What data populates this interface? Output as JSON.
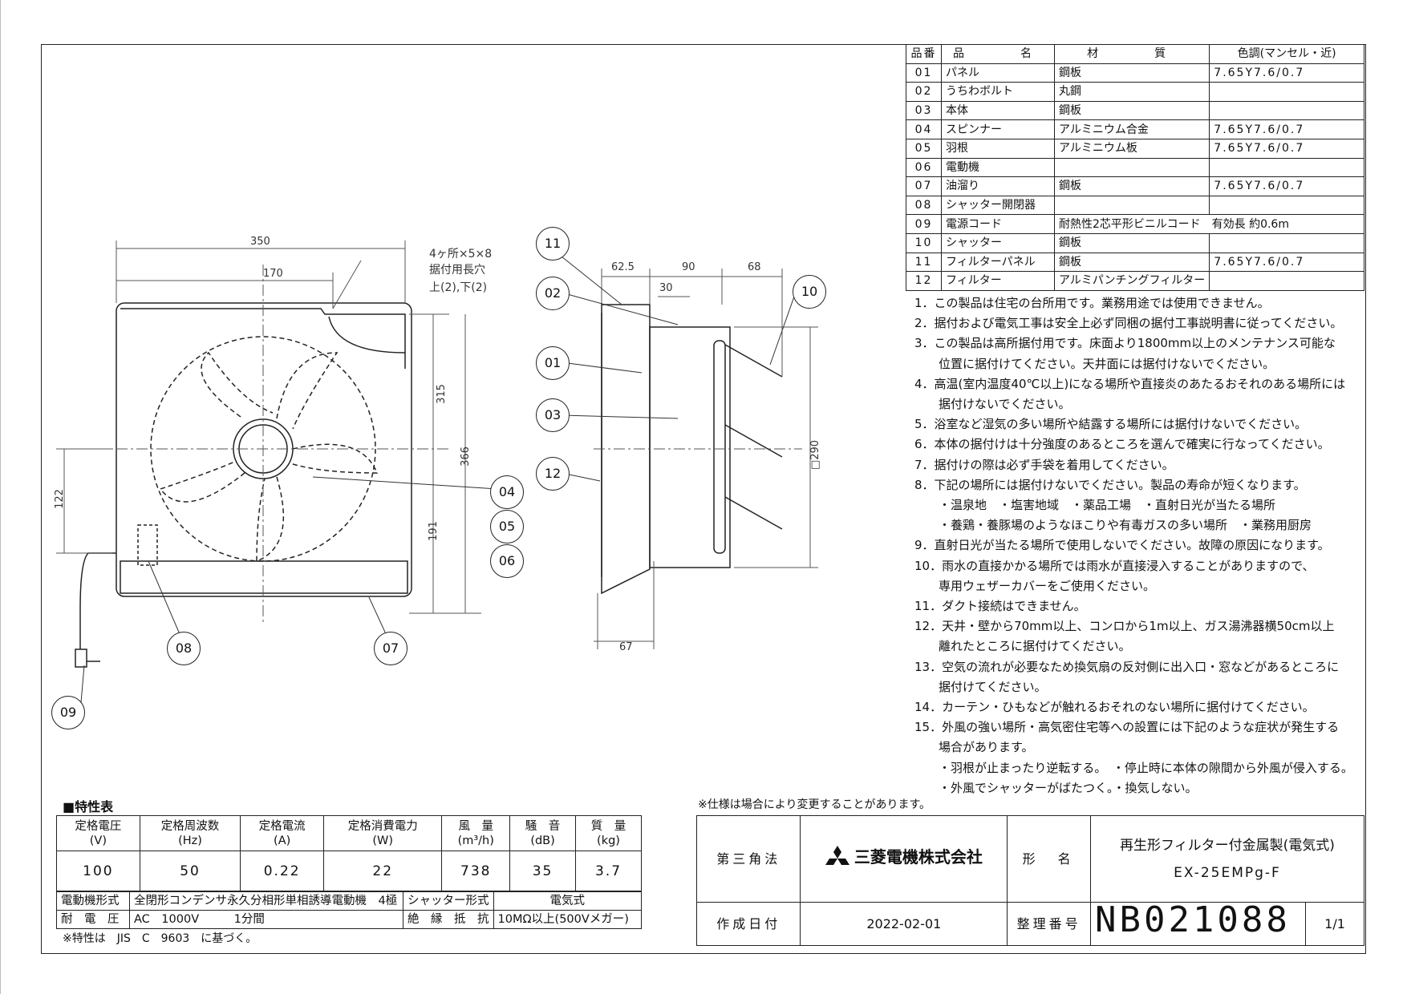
{
  "parts_table": {
    "headers": [
      "品番",
      "品　　名",
      "材　　質",
      "色調(マンセル・近)"
    ],
    "rows": [
      {
        "no": "01",
        "name": "パネル",
        "material": "鋼板",
        "color": "7.65Y7.6/0.7"
      },
      {
        "no": "02",
        "name": "うちわボルト",
        "material": "丸鋼",
        "color": ""
      },
      {
        "no": "03",
        "name": "本体",
        "material": "鋼板",
        "color": ""
      },
      {
        "no": "04",
        "name": "スピンナー",
        "material": "アルミニウム合金",
        "color": "7.65Y7.6/0.7"
      },
      {
        "no": "05",
        "name": "羽根",
        "material": "アルミニウム板",
        "color": "7.65Y7.6/0.7"
      },
      {
        "no": "06",
        "name": "電動機",
        "material": "",
        "color": ""
      },
      {
        "no": "07",
        "name": "油溜り",
        "material": "鋼板",
        "color": "7.65Y7.6/0.7"
      },
      {
        "no": "08",
        "name": "シャッター開閉器",
        "material": "",
        "color": ""
      },
      {
        "no": "09",
        "name": "電源コード",
        "material": "耐熱性2芯平形ビニルコード　有効長 約0.6m",
        "color": ""
      },
      {
        "no": "10",
        "name": "シャッター",
        "material": "鋼板",
        "color": ""
      },
      {
        "no": "11",
        "name": "フィルターパネル",
        "material": "鋼板",
        "color": "7.65Y7.6/0.7"
      },
      {
        "no": "12",
        "name": "フィルター",
        "material": "アルミパンチングフィルター",
        "color": ""
      }
    ]
  },
  "notes": [
    "1．この製品は住宅の台所用です。業務用途では使用できません。",
    "2．据付および電気工事は安全上必ず同梱の据付工事説明書に従ってください。",
    "3．この製品は高所据付用です。床面より1800mm以上のメンテナンス可能な",
    "　　位置に据付けてください。天井面には据付けないでください。",
    "4．高温(室内温度40℃以上)になる場所や直接炎のあたるおそれのある場所には",
    "　　据付けないでください。",
    "5．浴室など湿気の多い場所や結露する場所には据付けないでください。",
    "6．本体の据付けは十分強度のあるところを選んで確実に行なってください。",
    "7．据付けの際は必ず手袋を着用してください。",
    "8．下記の場所には据付けないでください。製品の寿命が短くなります。",
    "　　・温泉地　・塩害地域　・薬品工場　・直射日光が当たる場所",
    "　　・養鶏・養豚場のようなほこりや有毒ガスの多い場所　・業務用厨房",
    "9．直射日光が当たる場所で使用しないでください。故障の原因になります。",
    "10．雨水の直接かかる場所では雨水が直接浸入することがありますので、",
    "　　専用ウェザーカバーをご使用ください。",
    "11．ダクト接続はできません。",
    "12．天井・壁から70mm以上、コンロから1m以上、ガス湯沸器横50cm以上",
    "　　離れたところに据付けてください。",
    "13．空気の流れが必要なため換気扇の反対側に出入口・窓などがあるところに",
    "　　据付けてください。",
    "14．カーテン・ひもなどが触れるおそれのない場所に据付けてください。",
    "15．外風の強い場所・高気密住宅等への設置には下記のような症状が発生する",
    "　　場合があります。",
    "　　・羽根が止まったり逆転する。　・停止時に本体の隙間から外風が侵入する。",
    "　　・外風でシャッターがばたつく。・換気しない。"
  ],
  "spec": {
    "title": "■特性表",
    "headers": [
      "定格電圧\n(V)",
      "定格周波数\n(Hz)",
      "定格電流\n(A)",
      "定格消費電力\n(W)",
      "風　量\n(m³/h)",
      "騒　音\n(dB)",
      "質　量\n(kg)"
    ],
    "values": [
      "100",
      "50",
      "0.22",
      "22",
      "738",
      "35",
      "3.7"
    ],
    "motor_label": "電動機形式",
    "motor_value": "全閉形コンデンサ永久分相形単相誘導電動機　4極",
    "shutter_label": "シャッター形式",
    "shutter_value": "電気式",
    "withstand_label": "耐　電　圧",
    "withstand_value": "AC　1000V　　　1分間",
    "insulation_label": "絶　縁　抵　抗",
    "insulation_value": "10MΩ以上(500Vメガー)",
    "footnote": "※特性は　JIS　C　9603　に基づく。"
  },
  "change_note": "※仕様は場合により変更することがあります。",
  "title_block": {
    "projection": "第三角法",
    "company": "三菱電機株式会社",
    "model_label": "形　名",
    "product_name": "再生形フィルター付金属製(電気式)",
    "model": "EX-25EMPg-F",
    "date_label": "作成日付",
    "date": "2022-02-01",
    "doc_no_label": "整理番号",
    "doc_no": "NB021088",
    "page": "1/1"
  },
  "dimensions": {
    "w350": "350",
    "w170": "170",
    "h315": "315",
    "h366": "366",
    "h191": "191",
    "h122": "122",
    "mount_hole_1": "4ヶ所×5×8",
    "mount_hole_2": "据付用長穴",
    "mount_hole_3": "上(2),下(2)",
    "s625": "62.5",
    "s90": "90",
    "s68": "68",
    "s30": "30",
    "s290": "□290",
    "s67": "67"
  },
  "callouts": [
    "01",
    "02",
    "03",
    "04",
    "05",
    "06",
    "07",
    "08",
    "09",
    "10",
    "11",
    "12"
  ]
}
